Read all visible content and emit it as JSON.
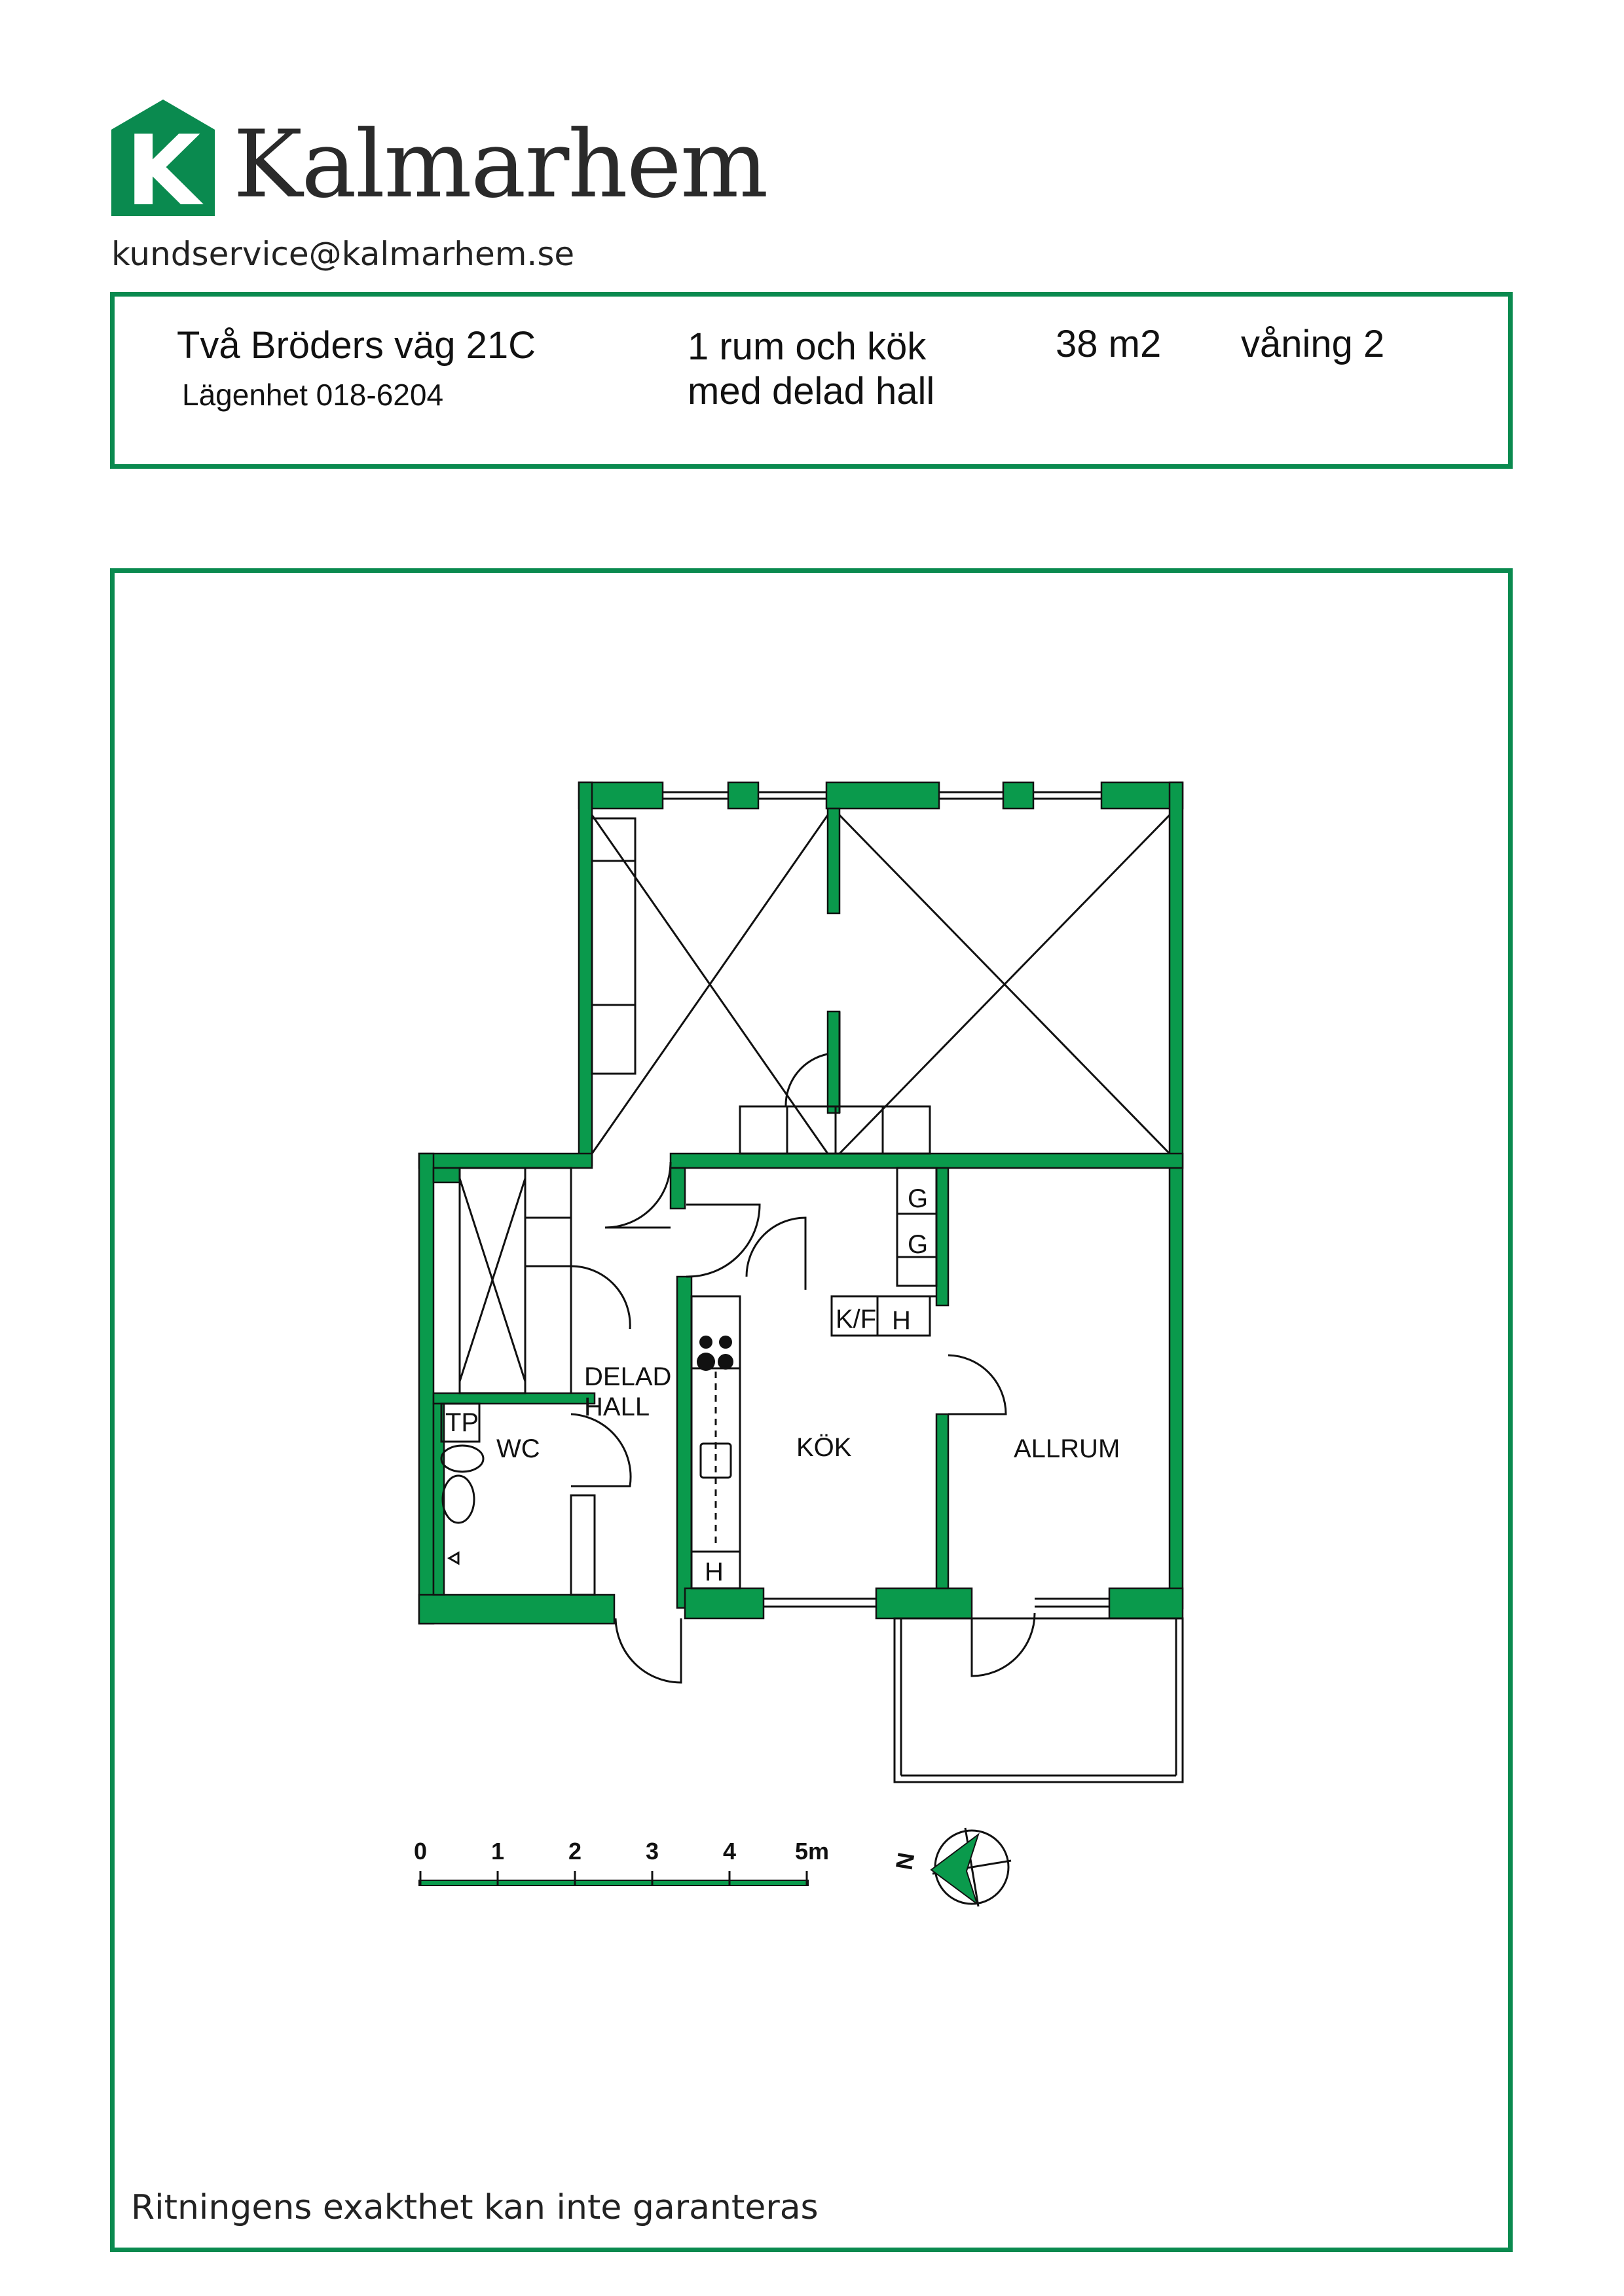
{
  "brand": {
    "logo_letter": "K",
    "name": "Kalmarhem",
    "email": "kundservice@kalmarhem.se"
  },
  "apartment": {
    "address": "Två Bröders väg 21C",
    "unit": "Lägenhet 018-6204",
    "type_line1": "1 rum och kök",
    "type_line2": "med delad hall",
    "area": "38 m2",
    "floor": "våning 2"
  },
  "floorplan": {
    "rooms": {
      "shared_hall_line1": "DELAD",
      "shared_hall_line2": "HALL",
      "wc": "WC",
      "kitchen": "KÖK",
      "living": "ALLRUM"
    },
    "fixtures": {
      "tp": "TP",
      "g1": "G",
      "g2": "G",
      "kf": "K/F",
      "h1": "H",
      "h2": "H"
    },
    "scale": {
      "ticks": [
        "0",
        "1",
        "2",
        "3",
        "4",
        "5m"
      ]
    },
    "north": "N"
  },
  "colors": {
    "brand_green": "#0a8a4f",
    "plan_green": "#0a9a4c"
  },
  "disclaimer": "Ritningens exakthet kan inte garanteras"
}
